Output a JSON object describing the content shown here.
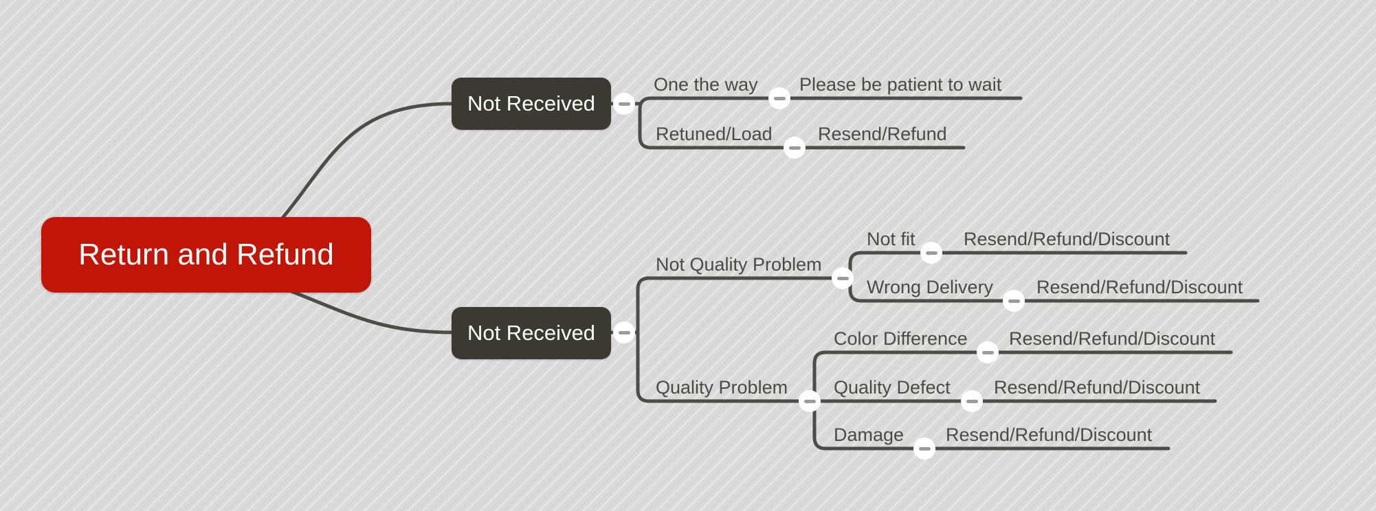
{
  "app": {
    "view": "mind-map"
  },
  "colors": {
    "root_bg": "#c11508",
    "topic_bg": "#3a3a33",
    "line": "#4c4c48",
    "text": "#4a4a47",
    "collapse_fill": "#ffffff",
    "collapse_minus": "#9b9b99"
  },
  "icons": {
    "collapse": "minus-icon"
  },
  "root": {
    "label": "Return and Refund"
  },
  "branches": [
    {
      "label": "Not Received",
      "children": [
        {
          "label": "One the way",
          "children": [
            {
              "label": "Please be patient to wait"
            }
          ]
        },
        {
          "label": "Retuned/Load",
          "children": [
            {
              "label": "Resend/Refund"
            }
          ]
        }
      ]
    },
    {
      "label": "Not Received",
      "children": [
        {
          "label": "Not Quality Problem",
          "children": [
            {
              "label": "Not fit",
              "children": [
                {
                  "label": "Resend/Refund/Discount"
                }
              ]
            },
            {
              "label": "Wrong Delivery",
              "children": [
                {
                  "label": "Resend/Refund/Discount"
                }
              ]
            }
          ]
        },
        {
          "label": "Quality Problem",
          "children": [
            {
              "label": "Color Difference",
              "children": [
                {
                  "label": "Resend/Refund/Discount"
                }
              ]
            },
            {
              "label": "Quality Defect",
              "children": [
                {
                  "label": "Resend/Refund/Discount"
                }
              ]
            },
            {
              "label": "Damage",
              "children": [
                {
                  "label": "Resend/Refund/Discount"
                }
              ]
            }
          ]
        }
      ]
    }
  ]
}
